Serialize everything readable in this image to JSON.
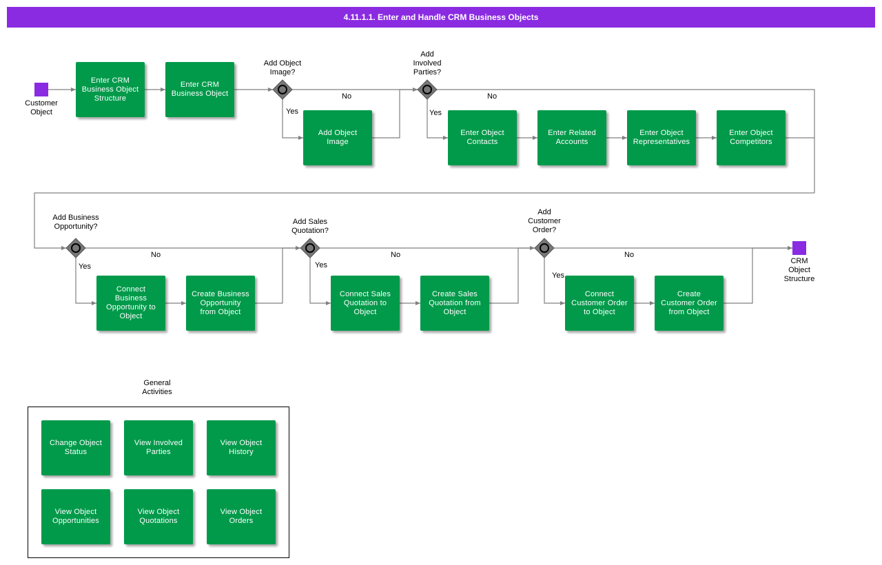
{
  "header": {
    "title": "4.11.1.1. Enter and Handle CRM Business Objects"
  },
  "events": {
    "start": "Customer\nObject",
    "end": "CRM\nObject\nStructure"
  },
  "gateways": {
    "g1": "Add Object\nImage?",
    "g2": "Add\nInvolved\nParties?",
    "g3": "Add Business\nOpportunity?",
    "g4": "Add Sales\nQuotation?",
    "g5": "Add\nCustomer\nOrder?"
  },
  "flow_labels": {
    "yes": "Yes",
    "no": "No"
  },
  "tasks": {
    "enter_structure": "Enter CRM\nBusiness Object\nStructure",
    "enter_object": "Enter CRM\nBusiness Object",
    "add_image": "Add Object\nImage",
    "enter_contacts": "Enter Object\nContacts",
    "enter_accounts": "Enter Related\nAccounts",
    "enter_reps": "Enter Object\nRepresentatives",
    "enter_competitors": "Enter Object\nCompetitors",
    "connect_opp": "Connect\nBusiness\nOpportunity to\nObject",
    "create_opp": "Create Business\nOpportunity\nfrom Object",
    "connect_quote": "Connect Sales\nQuotation to\nObject",
    "create_quote": "Create Sales\nQuotation from\nObject",
    "connect_order": "Connect\nCustomer Order\nto Object",
    "create_order": "Create\nCustomer Order\nfrom Object"
  },
  "group": {
    "title": "General\nActivities",
    "items": [
      "Change Object\nStatus",
      "View Involved\nParties",
      "View Object\nHistory",
      "View Object\nOpportunities",
      "View Object\nQuotations",
      "View Object\nOrders"
    ]
  },
  "colors": {
    "header": "#8a2be2",
    "task": "#009a4a",
    "event": "#8a2be2",
    "gateway": "#777777",
    "edge": "#808080"
  }
}
